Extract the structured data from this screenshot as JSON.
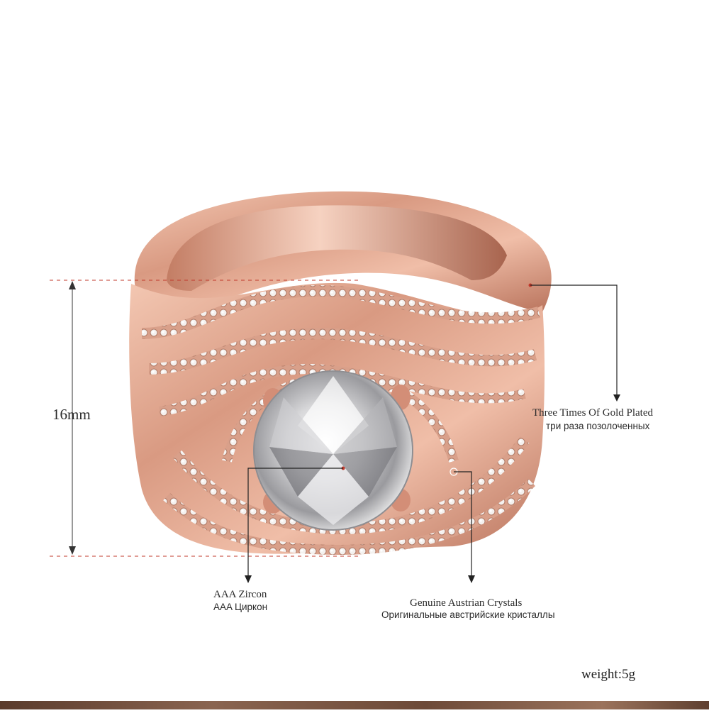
{
  "dimension": {
    "height_label": "16mm"
  },
  "annotations": {
    "plating": {
      "en": "Three Times Of Gold Plated",
      "ru": "три раза позолоченных"
    },
    "zircon": {
      "en": "AAA Zircon",
      "ru": "AAA Циркон"
    },
    "crystals": {
      "en": "Genuine Austrian Crystals",
      "ru": "Оригинальные австрийские кристаллы"
    }
  },
  "weight": "weight:5g",
  "colors": {
    "rose_gold": "#d9a08a",
    "guide_red": "#c0392b",
    "leader": "#222222"
  }
}
